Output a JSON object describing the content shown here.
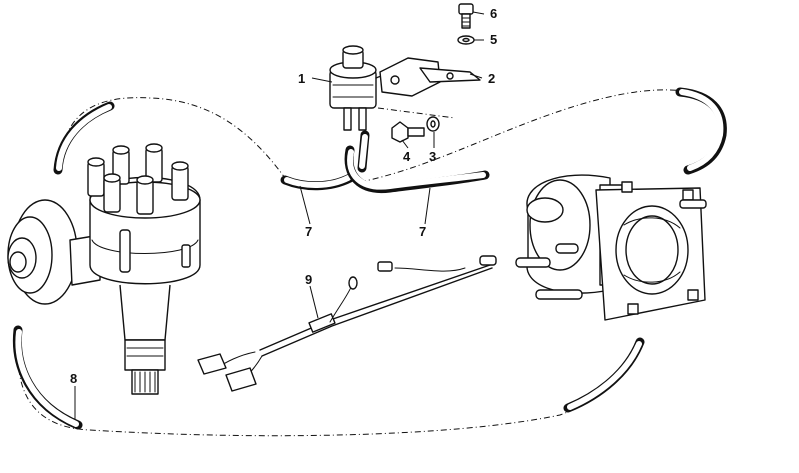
{
  "callouts": [
    {
      "id": "1",
      "label": "1"
    },
    {
      "id": "2",
      "label": "2"
    },
    {
      "id": "3",
      "label": "3"
    },
    {
      "id": "4",
      "label": "4"
    },
    {
      "id": "5",
      "label": "5"
    },
    {
      "id": "6",
      "label": "6"
    },
    {
      "id": "7a",
      "label": "7"
    },
    {
      "id": "7b",
      "label": "7"
    },
    {
      "id": "8",
      "label": "8"
    },
    {
      "id": "9",
      "label": "9"
    }
  ],
  "colors": {
    "ink": "#111111",
    "paper": "#ffffff"
  }
}
